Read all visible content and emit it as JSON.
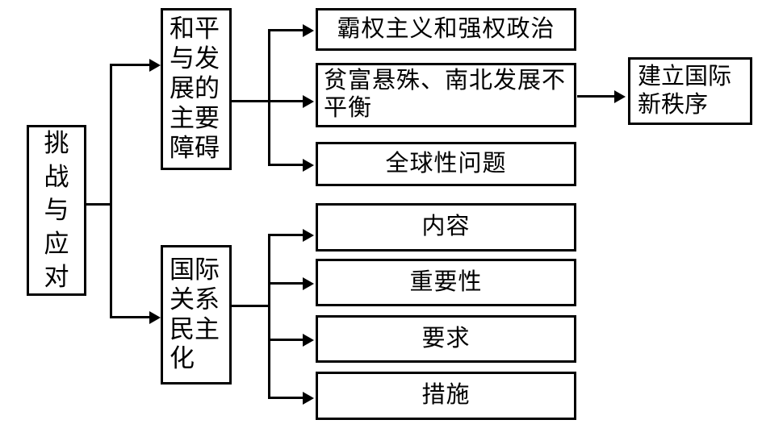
{
  "diagram": {
    "title": "挑战与应对",
    "root": {
      "label": "挑战与应对"
    },
    "branches": [
      {
        "id": "branch-obstacles",
        "label": "和平与发展的主要障碍",
        "children": [
          {
            "id": "node-hegemony",
            "label": "霸权主义和强权政治"
          },
          {
            "id": "node-wealth-gap",
            "label": "贫富悬殊、南北发展不平衡"
          },
          {
            "id": "node-global-issues",
            "label": "全球性问题"
          }
        ]
      },
      {
        "id": "branch-democratization",
        "label": "国际关系民主化",
        "children": [
          {
            "id": "node-content",
            "label": "内容"
          },
          {
            "id": "node-importance",
            "label": "重要性"
          },
          {
            "id": "node-requirement",
            "label": "要求"
          },
          {
            "id": "node-measures",
            "label": "措施"
          }
        ]
      }
    ],
    "outcome": {
      "id": "node-new-order",
      "label": "建立国际新秩序"
    },
    "colors": {
      "stroke": "#000000",
      "fill": "#ffffff"
    }
  }
}
